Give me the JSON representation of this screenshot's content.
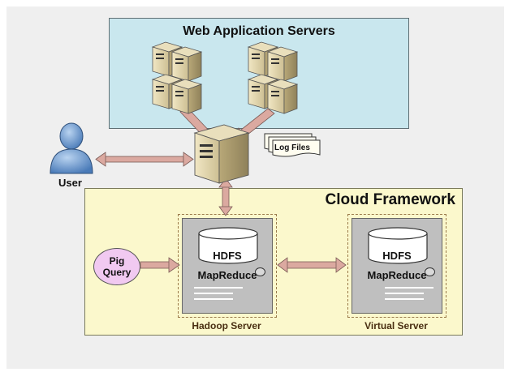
{
  "diagram": {
    "web_servers_title": "Web Application Servers",
    "cloud_title": "Cloud Framework",
    "user_label": "User",
    "log_files_label": "Log Files",
    "pig_query_line1": "Pig",
    "pig_query_line2": "Query",
    "hadoop": {
      "hdfs": "HDFS",
      "mapreduce": "MapReduce",
      "caption": "Hadoop Server"
    },
    "virtual": {
      "hdfs": "HDFS",
      "mapreduce": "MapReduce",
      "caption": "Virtual Server"
    }
  },
  "colors": {
    "web_box": "#c9e7ee",
    "cloud_box": "#fbf8cc",
    "arrow": "#dba9a0",
    "server_gray": "#bfbfbf",
    "pig_bubble": "#f1c9f1",
    "user_blue": "#7aa6d8"
  }
}
